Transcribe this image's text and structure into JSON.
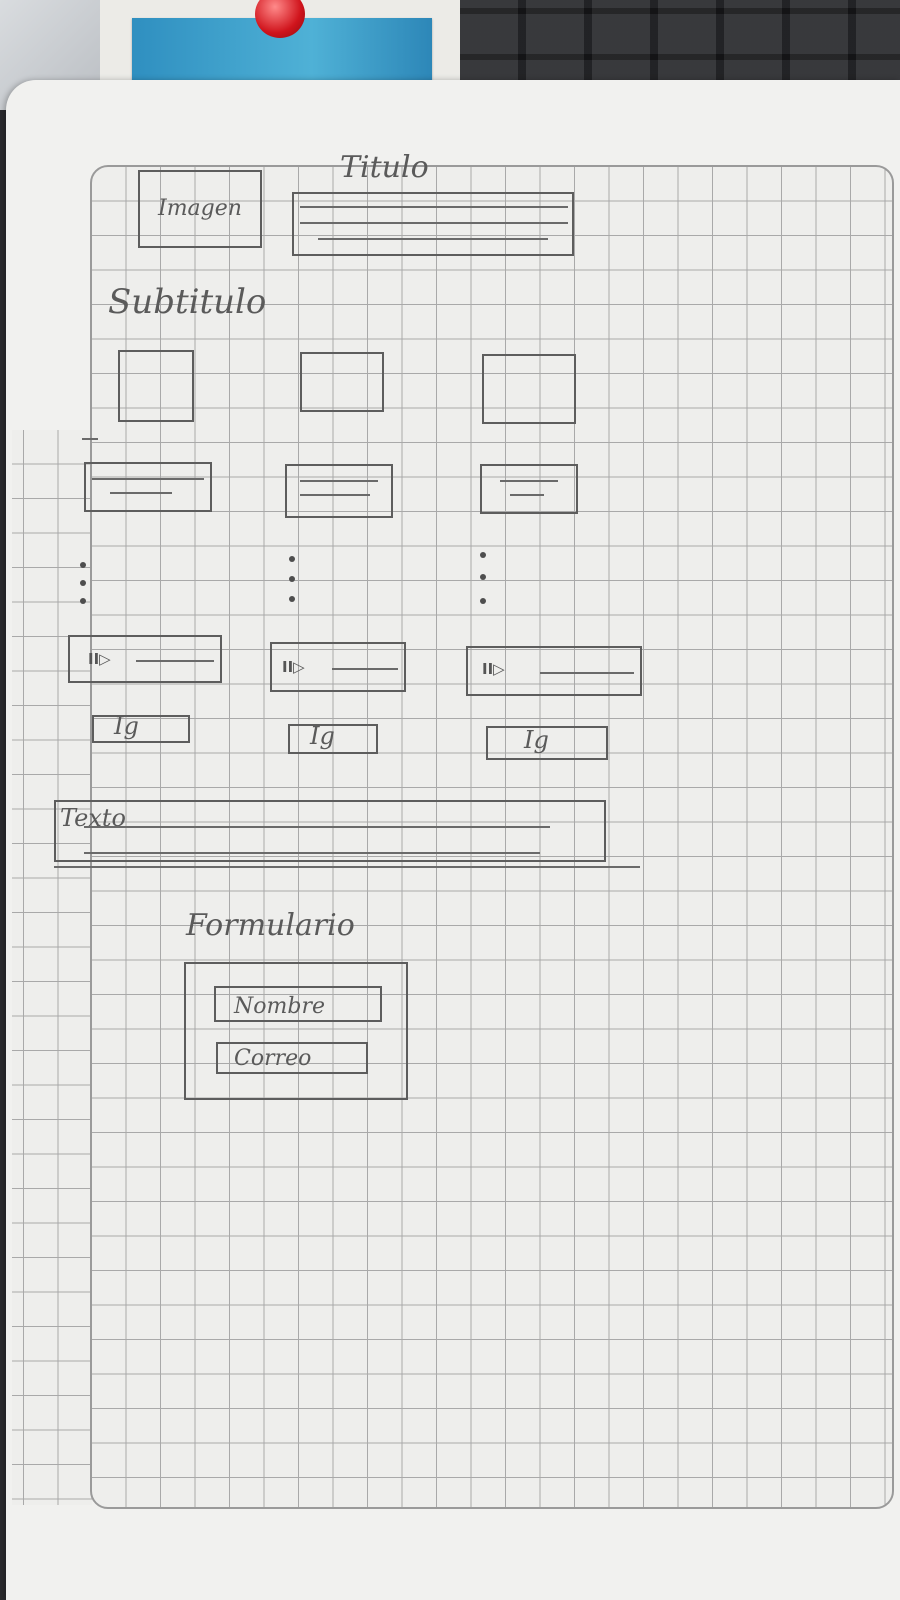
{
  "header": {
    "title": "Titulo",
    "image_label": "Imagen"
  },
  "subtitle": "Subtitulo",
  "cards": [
    {
      "ig_label": "Ig",
      "player_icon": "play-pause-icon",
      "player_symbol": "II▷"
    },
    {
      "ig_label": "Ig",
      "player_icon": "play-pause-icon",
      "player_symbol": "II▷"
    },
    {
      "ig_label": "Ig",
      "player_icon": "play-pause-icon",
      "player_symbol": "II▷"
    }
  ],
  "text_block": {
    "label": "Texto"
  },
  "form": {
    "title": "Formulario",
    "fields": [
      {
        "label": "Nombre"
      },
      {
        "label": "Correo"
      }
    ]
  }
}
